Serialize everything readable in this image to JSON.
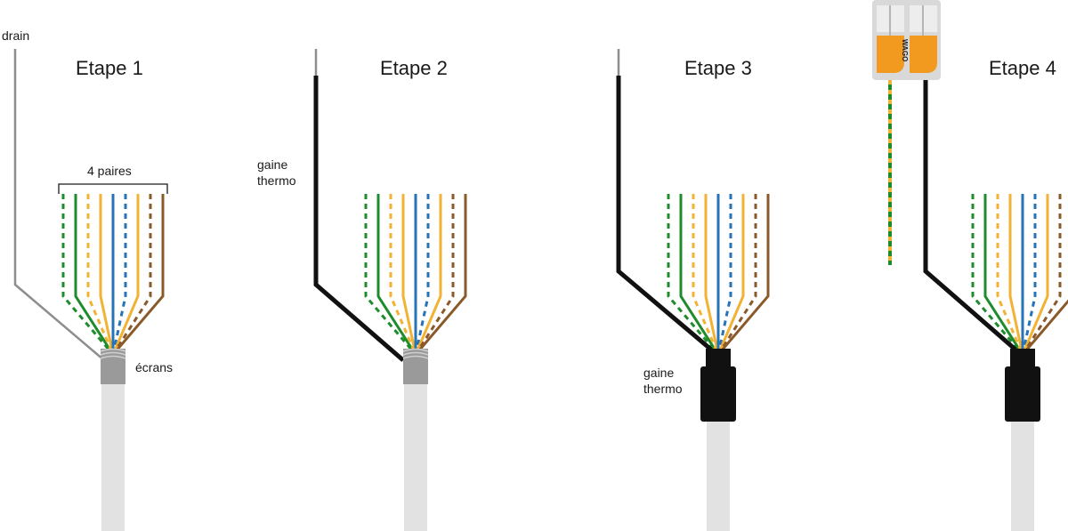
{
  "steps": [
    {
      "title": "Etape 1"
    },
    {
      "title": "Etape 2"
    },
    {
      "title": "Etape 3"
    },
    {
      "title": "Etape 4"
    }
  ],
  "labels": {
    "drain": "drain",
    "pairs": "4 paires",
    "screens": "écrans",
    "heatshrink_1": "gaine",
    "heatshrink_2": "thermo",
    "connector_logo": "WAGO"
  },
  "colors": {
    "green": "#1e8c2c",
    "orange": "#f2b233",
    "blue": "#2573b8",
    "brown": "#8b5a2b",
    "drain_grey": "#8e8e8e",
    "foil_grey": "#9a9a9a",
    "cable_jacket": "#e2e2e2",
    "heatshrink": "#111111",
    "connector_orange": "#f29a1f",
    "connector_body": "#d9d9d9"
  },
  "wire_order": [
    {
      "color": "green",
      "striped": true
    },
    {
      "color": "green",
      "striped": false
    },
    {
      "color": "orange",
      "striped": true
    },
    {
      "color": "orange",
      "striped": false
    },
    {
      "color": "blue",
      "striped": false
    },
    {
      "color": "blue",
      "striped": true
    },
    {
      "color": "orange",
      "striped": false
    },
    {
      "color": "brown",
      "striped": true
    },
    {
      "color": "brown",
      "striped": false
    }
  ]
}
